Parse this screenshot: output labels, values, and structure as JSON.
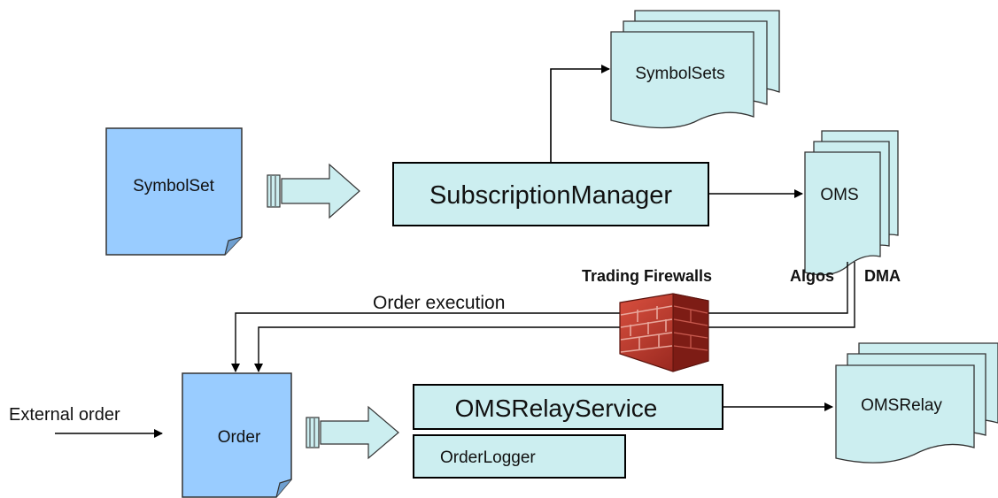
{
  "nodes": {
    "symbolset": "SymbolSet",
    "subscription_manager": "SubscriptionManager",
    "symbolsets": "SymbolSets",
    "oms": "OMS",
    "order": "Order",
    "oms_relay_service": "OMSRelayService",
    "order_logger": "OrderLogger",
    "oms_relay": "OMSRelay"
  },
  "labels": {
    "trading_firewalls": "Trading Firewalls",
    "algos": "Algos",
    "dma": "DMA",
    "order_execution": "Order execution",
    "external_order": "External order"
  },
  "colors": {
    "blue_doc": "#99ccff",
    "teal_fill": "#cceef0",
    "line": "#000000",
    "brick": "#b8322a"
  }
}
